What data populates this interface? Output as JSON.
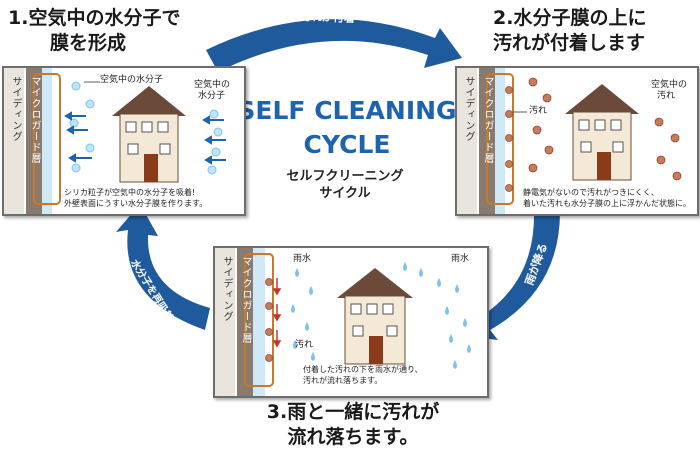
{
  "steps": [
    {
      "title_line1": "1.空気中の水分子で",
      "title_line2": "膜を形成"
    },
    {
      "title_line1": "2.水分子膜の上に",
      "title_line2": "汚れが付着します"
    },
    {
      "title_line1": "3.雨と一緒に汚れが",
      "title_line2": "流れ落ちます。"
    }
  ],
  "center": {
    "title_line1": "SELF CLEANING",
    "title_line2": "CYCLE",
    "sub_line1": "セルフクリーニング",
    "sub_line2": "サイクル"
  },
  "arrows": {
    "top": "汚れが付着",
    "right": "雨が降る",
    "left": "水分子を再吸着"
  },
  "panel1": {
    "siding": "サイディング",
    "layer": "マイクロガード層",
    "molecule_label": "空気中の水分子",
    "house_label_1": "空気中の",
    "house_label_2": "水分子",
    "note_1": "シリカ粒子が空気中の水分子を吸着!",
    "note_2": "外壁表面にうすい水分子膜を作ります。"
  },
  "panel2": {
    "siding": "サイディング",
    "layer": "マイクロガード層",
    "dirt_label": "汚れ",
    "house_label_1": "空気中の",
    "house_label_2": "汚れ",
    "note_1": "静電気がないので汚れがつきにくく、",
    "note_2": "着いた汚れも水分子膜の上に浮かんだ状態に。"
  },
  "panel3": {
    "siding": "サイディング",
    "layer": "マイクロガード層",
    "rain_label_1": "雨水",
    "rain_label_2": "雨水",
    "dirt_label": "汚れ",
    "note_1": "付着した汚れの下を雨水が通り、",
    "note_2": "汚れが流れ落ちます。"
  },
  "colors": {
    "arrow": "#1f5a9c",
    "title_blue": "#1e63b0",
    "layer": "#c8792a",
    "wall": "#8a7a6e",
    "house_wall": "#f4e9d6",
    "door": "#8b3a1a",
    "dirt": "#c87a5a",
    "water": "#7fc3ea"
  }
}
